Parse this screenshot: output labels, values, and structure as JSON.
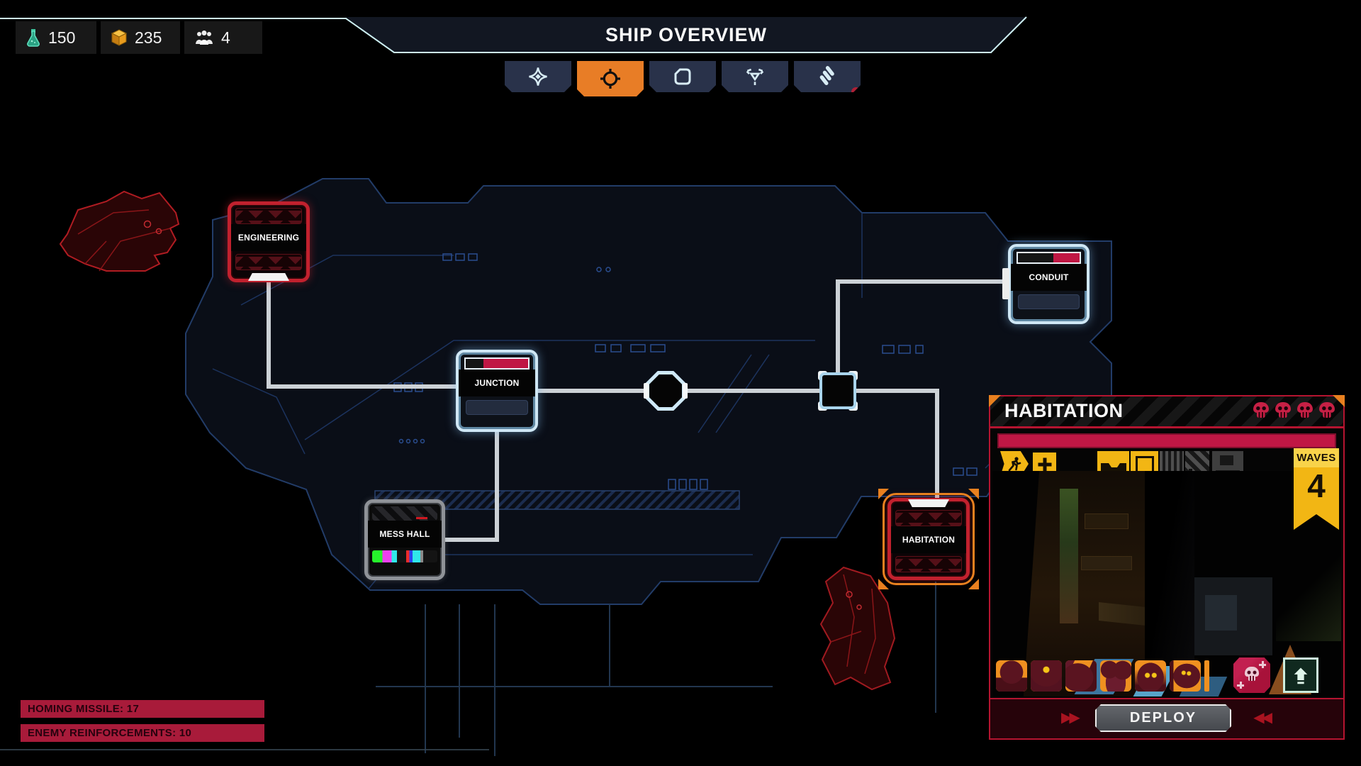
{
  "resources": {
    "science": "150",
    "materials": "235",
    "crew": "4"
  },
  "header": {
    "title": "SHIP OVERVIEW"
  },
  "tabs": [
    {
      "icon": "diamond-icon",
      "active": false
    },
    {
      "icon": "crosshair-icon",
      "active": true
    },
    {
      "icon": "hull-icon",
      "active": false
    },
    {
      "icon": "formation-icon",
      "active": false
    },
    {
      "icon": "ammo-icon",
      "active": false,
      "notification": true
    }
  ],
  "map": {
    "nodes": [
      {
        "label": "ENGINEERING",
        "state": "hostile"
      },
      {
        "label": "JUNCTION",
        "state": "friendly-damaged"
      },
      {
        "label": "CONDUIT",
        "state": "friendly-damaged"
      },
      {
        "label": "MESS HALL",
        "state": "offline"
      },
      {
        "label": "HABITATION",
        "state": "hostile-selected"
      }
    ]
  },
  "alerts": [
    {
      "label": "HOMING MISSILE: 17"
    },
    {
      "label": "ENEMY REINFORCEMENTS: 10"
    }
  ],
  "panel": {
    "title": "HABITATION",
    "threat_skulls": 4,
    "waves_label": "WAVES",
    "waves_count": "4",
    "deploy_label": "DEPLOY",
    "fast_forward_glyph": "▶▶",
    "rewind_glyph": "◀◀",
    "enemy_portraits": 6
  },
  "colors": {
    "accent_orange": "#e87d26",
    "crimson": "#c01744",
    "tab_navy": "#29324a",
    "frame_cyan": "#cdeff2",
    "badge_yellow": "#f2b614"
  }
}
